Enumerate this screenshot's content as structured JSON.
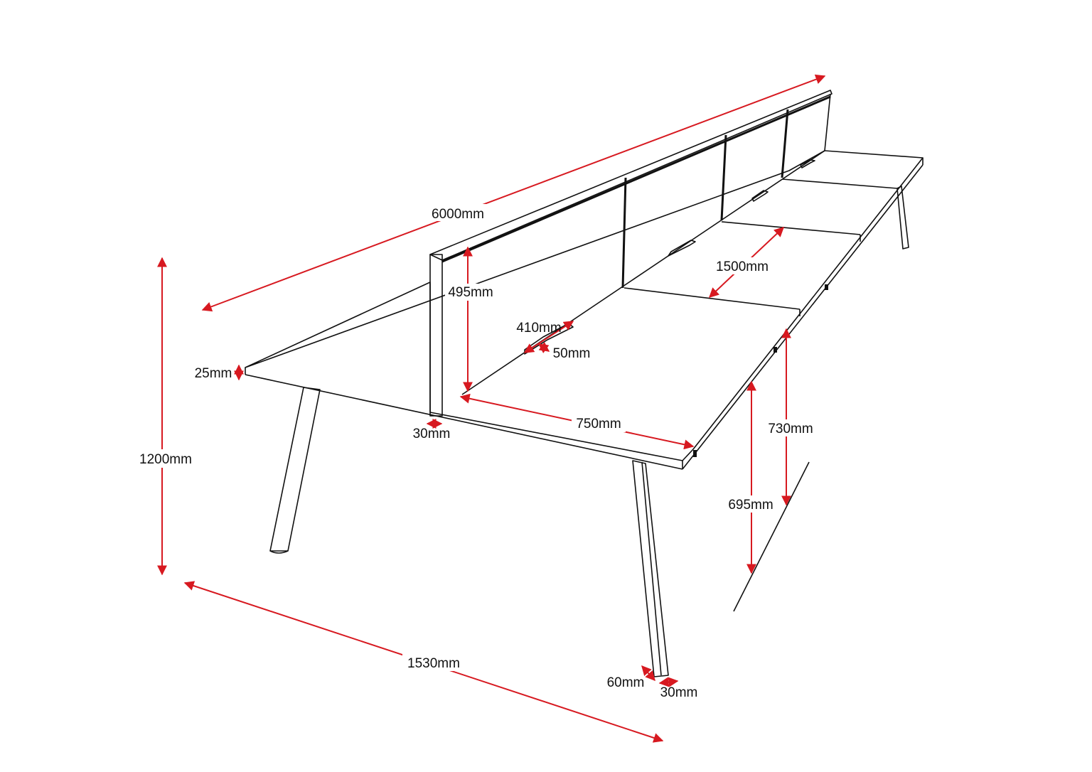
{
  "title": "Bench desk dimension diagram",
  "colors": {
    "dimension": "#d71920",
    "line": "#111111",
    "background": "#ffffff"
  },
  "dimensions": {
    "overall_length": "6000mm",
    "overall_height": "1200mm",
    "overall_depth": "1530mm",
    "screen_height": "495mm",
    "desk_depth": "750mm",
    "desk_width": "1500mm",
    "desk_height": "730mm",
    "under_desk_height": "695mm",
    "top_thickness": "25mm",
    "screen_thickness": "30mm",
    "cable_port_length": "410mm",
    "cable_port_width": "50mm",
    "leg_depth": "60mm",
    "leg_width": "30mm"
  }
}
